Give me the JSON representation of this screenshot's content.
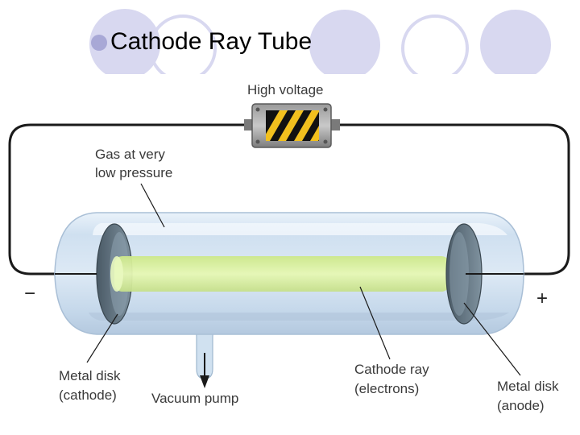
{
  "slide": {
    "title": "Cathode Ray Tube"
  },
  "diagram": {
    "labels": {
      "high_voltage": "High voltage",
      "gas_line1": "Gas at very",
      "gas_line2": "low pressure",
      "minus": "−",
      "plus": "+",
      "cathode_line1": "Metal disk",
      "cathode_line2": "(cathode)",
      "vacuum_pump": "Vacuum pump",
      "ray_line1": "Cathode ray",
      "ray_line2": "(electrons)",
      "anode_line1": "Metal disk",
      "anode_line2": "(anode)"
    }
  },
  "colors": {
    "bullet": "#a8a8d6",
    "header_circle": "#d8d8f0",
    "tube_glass": "#d4e4f2",
    "ray_glow": "#d8f0a0",
    "battery_stripe": "#f2c01e",
    "wire": "#1a1a1a"
  }
}
